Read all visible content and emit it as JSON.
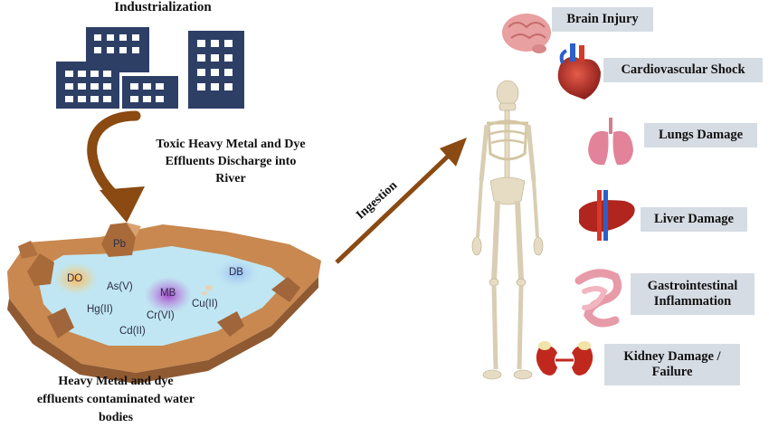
{
  "top_label": "Industrialization",
  "discharge_label": [
    "Toxic Heavy Metal and Dye",
    "Effluents Discharge into",
    "River"
  ],
  "water_bodies_label": [
    "Heavy Metal and dye",
    "effluents contaminated water",
    "bodies"
  ],
  "ingestion_label": "Ingestion",
  "pollutants": [
    "Pb",
    "DO",
    "As(V)",
    "MB",
    "DB",
    "Hg(II)",
    "Cr(VI)",
    "Cu(II)",
    "Cd(II)"
  ],
  "effects": [
    {
      "label": "Brain Injury",
      "icon": "brain-icon"
    },
    {
      "label": "Cardiovascular Shock",
      "icon": "heart-icon"
    },
    {
      "label": "Lungs Damage",
      "icon": "lungs-icon"
    },
    {
      "label": "Liver Damage",
      "icon": "liver-icon"
    },
    {
      "label": [
        "Gastrointestinal",
        "Inflammation"
      ],
      "icon": "intestine-icon"
    },
    {
      "label": [
        "Kidney Damage /",
        "Failure"
      ],
      "icon": "kidney-icon"
    }
  ],
  "colors": {
    "building": "#2e3f66",
    "arrow": "#8a4a12",
    "water": "#bfe6f2",
    "rock": "#c9884f",
    "label_box": "#d6dce4"
  }
}
